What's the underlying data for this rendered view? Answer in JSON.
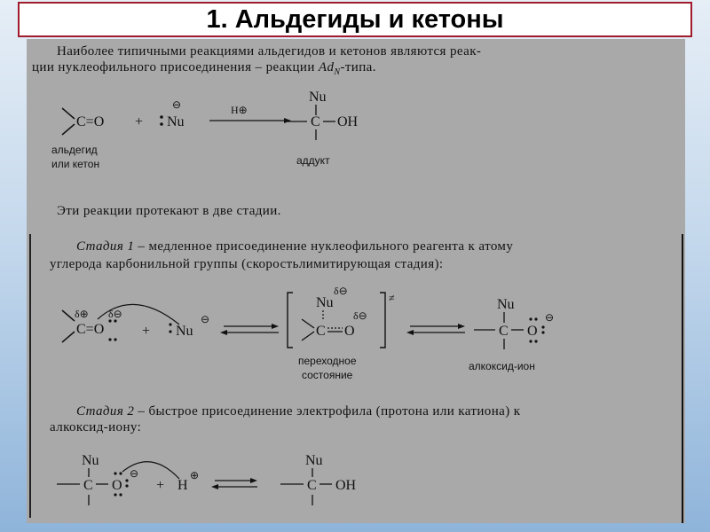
{
  "title": "1. Альдегиды и кетоны",
  "intro": {
    "line1": "Наиболее типичными реакциями альдегидов и кетонов являются реак-",
    "line2_prefix": "ции нуклеофильного присоединения – реакции ",
    "line2_formula": "Ad",
    "line2_sub": "N",
    "line2_suffix": "-типа."
  },
  "reaction_main": {
    "carbonyl": "C=O",
    "plus": "+",
    "nu": "Nu",
    "catalyst": "H⊕",
    "product_c": "C",
    "product_oh": "OH",
    "product_nu": "Nu",
    "label_reactant_1": "альдегид",
    "label_reactant_2": "или кетон",
    "label_product": "аддукт"
  },
  "stages_text": "Эти реакции протекают в две стадии.",
  "stage1": {
    "name": "Стадия 1",
    "line1_rest": " – медленное присоединение нуклеофильного реагента к атому",
    "line2": "углерода карбонильной группы (скоростьлимитирующая стадия):",
    "delta_plus": "δ⊕",
    "delta_minus": "δ⊖",
    "carbonyl": "C=O",
    "plus": "+",
    "nu": "Nu",
    "ts_nu": "Nu",
    "ts_c": "C",
    "ts_o": "O",
    "ts_symbol": "≠",
    "product_nu": "Nu",
    "product_c": "C",
    "product_o": "O",
    "label_ts_1": "переходное",
    "label_ts_2": "состояние",
    "label_product": "алкоксид-ион"
  },
  "stage2": {
    "name": "Стадия 2",
    "line1_rest": " – быстрое присоединение электрофила (протона или катиона) к",
    "line2": "алкоксид-иону:",
    "nu": "Nu",
    "c": "C",
    "o": "O",
    "plus": "+",
    "h": "H",
    "product_nu": "Nu",
    "product_c": "C",
    "product_oh": "OH"
  },
  "charge_minus": "⊖",
  "charge_plus": "⊕"
}
